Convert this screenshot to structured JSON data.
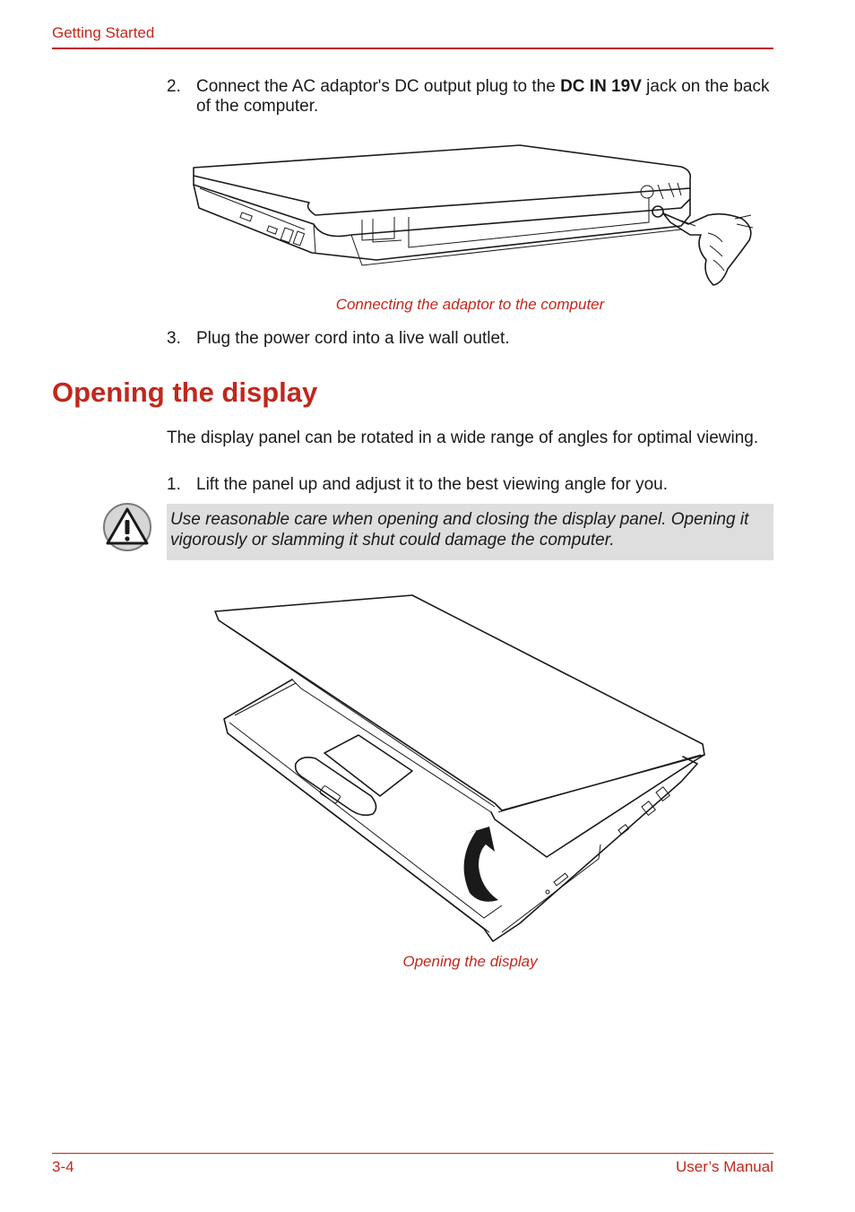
{
  "header": {
    "section": "Getting Started"
  },
  "steps": {
    "step2": {
      "number": "2.",
      "text_before": "Connect the AC adaptor's DC output plug to the ",
      "bold": "DC IN 19V",
      "text_after": " jack on the back of the computer."
    },
    "step3": {
      "number": "3.",
      "text": "Plug the power cord into a live wall outlet."
    }
  },
  "figures": {
    "adaptor_caption": "Connecting the adaptor to the computer",
    "display_caption": "Opening the display"
  },
  "section": {
    "title": "Opening the display",
    "intro": "The display panel can be rotated in a wide range of angles for optimal viewing.",
    "step1": {
      "number": "1.",
      "text": "Lift the panel up and adjust it to the best viewing angle for you."
    }
  },
  "warning": {
    "icon": "warning-triangle-icon",
    "text": "Use reasonable care when opening and closing the display panel. Opening it vigorously or slamming it shut could damage the computer."
  },
  "footer": {
    "page_number": "3-4",
    "manual_title": "User’s Manual"
  },
  "colors": {
    "accent": "#c0281c",
    "note_background": "#dedede"
  }
}
